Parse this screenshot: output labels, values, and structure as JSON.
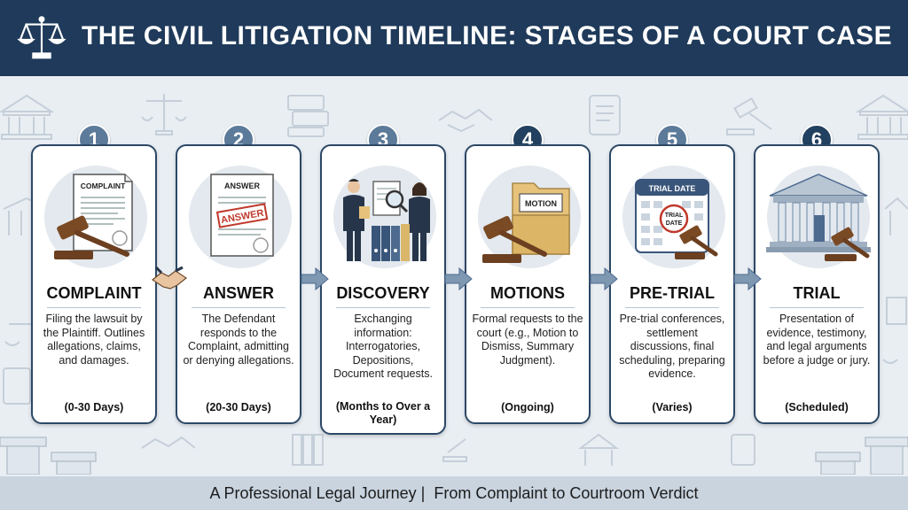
{
  "header": {
    "title": "THE CIVIL LITIGATION TIMELINE: STAGES OF A COURT CASE"
  },
  "stages": [
    {
      "number": "1",
      "title": "COMPLAINT",
      "doc_label": "COMPLAINT",
      "description": "Filing the lawsuit by the Plaintiff. Outlines allegations, claims, and damages.",
      "duration": "(0-30 Days)"
    },
    {
      "number": "2",
      "title": "ANSWER",
      "doc_label": "ANSWER",
      "stamp_label": "ANSWER",
      "description": "The Defendant responds to the Complaint, admitting or denying allegations.",
      "duration": "(20-30 Days)"
    },
    {
      "number": "3",
      "title": "DISCOVERY",
      "description": "Exchanging information: Interrogatories, Depositions, Document requests.",
      "duration": "(Months to Over a Year)"
    },
    {
      "number": "4",
      "title": "MOTIONS",
      "doc_label": "MOTION",
      "description": "Formal requests to the court (e.g., Motion to Dismiss, Summary Judgment).",
      "duration": "(Ongoing)"
    },
    {
      "number": "5",
      "title": "PRE-TRIAL",
      "calendar_label": "TRIAL DATE",
      "circle_label_1": "TRIAL",
      "circle_label_2": "DATE",
      "description": "Pre-trial conferences, settlement discussions, final scheduling, preparing evidence.",
      "duration": "(Varies)"
    },
    {
      "number": "6",
      "title": "TRIAL",
      "description": "Presentation of evidence, testimony, and legal arguments before a judge or jury.",
      "duration": "(Scheduled)"
    }
  ],
  "footer": {
    "left": "A Professional Legal Journey |",
    "right": "From Complaint to Courtroom Verdict"
  },
  "colors": {
    "header_bg": "#1f3a5a",
    "number_badge": "#5c7a99",
    "number_badge_active": "#22405f",
    "card_border": "#2c4866",
    "gavel": "#6b3f1f",
    "stamp_red": "#c0392b",
    "folder": "#e6c27a"
  },
  "icons": [
    "scales-of-justice-icon",
    "handshake-icon",
    "arrow-right-icon",
    "gavel-icon",
    "courthouse-icon",
    "calendar-icon",
    "magnifier-icon",
    "folder-icon"
  ]
}
